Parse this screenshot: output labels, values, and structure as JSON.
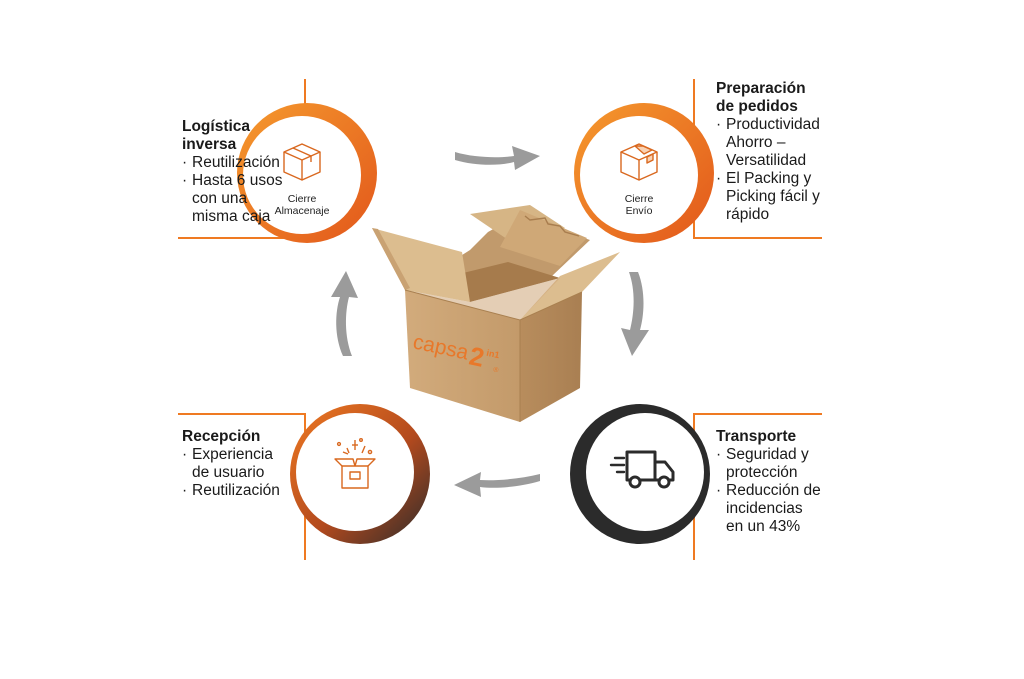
{
  "colors": {
    "orange": "#ef7a22",
    "orange_dark": "#e2571b",
    "dark_ring": "#2b2b2b",
    "arrow_gray": "#9b9b9b",
    "box_tan": "#c9a273",
    "brand_orange": "#e8782a"
  },
  "nodes": {
    "almacenaje": {
      "label_1": "Cierre",
      "label_2": "Almacenaje",
      "icon": "box-icon"
    },
    "envio": {
      "label_1": "Cierre",
      "label_2": "Envío",
      "icon": "taped-box-icon"
    },
    "recepcion": {
      "icon": "open-box-sparkles-icon"
    },
    "transporte": {
      "icon": "delivery-truck-icon"
    }
  },
  "blocks": {
    "logistica": {
      "title_1": "Logística",
      "title_2": "inversa",
      "items": [
        {
          "line_1": "Reutilización"
        },
        {
          "line_1": "Hasta 6 usos",
          "line_2": "con una",
          "line_3": "misma caja"
        }
      ]
    },
    "preparacion": {
      "title_1": "Preparación",
      "title_2": "de pedidos",
      "items": [
        {
          "line_1": "Productividad",
          "line_2": "Ahorro –",
          "line_3": "Versatilidad"
        },
        {
          "line_1": "El Packing y",
          "line_2": "Picking fácil y",
          "line_3": "rápido"
        }
      ]
    },
    "recepcion": {
      "title_1": "Recepción",
      "items": [
        {
          "line_1": "Experiencia",
          "line_2": "de usuario"
        },
        {
          "line_1": "Reutilización"
        }
      ]
    },
    "transporte": {
      "title_1": "Transporte",
      "items": [
        {
          "line_1": "Seguridad y",
          "line_2": "protección"
        },
        {
          "line_1": "Reducción de",
          "line_2": "incidencias",
          "line_3": "en un 43%"
        }
      ]
    }
  },
  "bullet": "·",
  "center_box": {
    "brand_text": "capsa",
    "brand_mark": "2",
    "brand_super": "in1",
    "brand_reg": "®"
  }
}
